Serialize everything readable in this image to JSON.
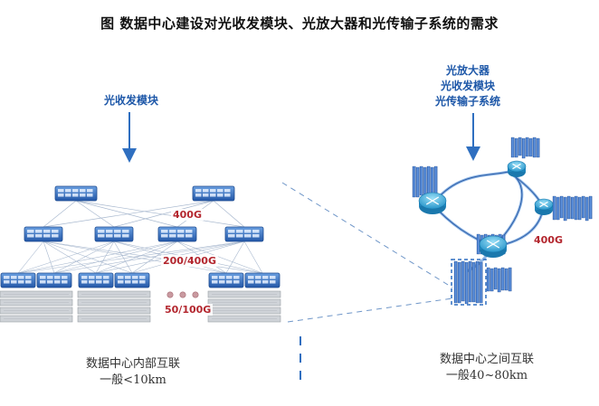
{
  "title": "图  数据中心建设对光收发模块、光放大器和光传输子系统的需求",
  "intra_dc": {
    "component_label": "光收发模块",
    "speed_upper": "400G",
    "speed_middle": "200/400G",
    "speed_lower": "50/100G",
    "caption_line1": "数据中心内部互联",
    "caption_line2": "一般<10km"
  },
  "inter_dc": {
    "component_labels": [
      "光放大器",
      "光收发模块",
      "光传输子系统"
    ],
    "speed": "400G",
    "caption_line1": "数据中心之间互联",
    "caption_line2": "一般40~80km"
  },
  "colors": {
    "accent_blue": "#1d57a8",
    "speed_red": "#b3262e",
    "switch_blue": "#2f6fc0",
    "router_teal": "#38a7d6"
  }
}
